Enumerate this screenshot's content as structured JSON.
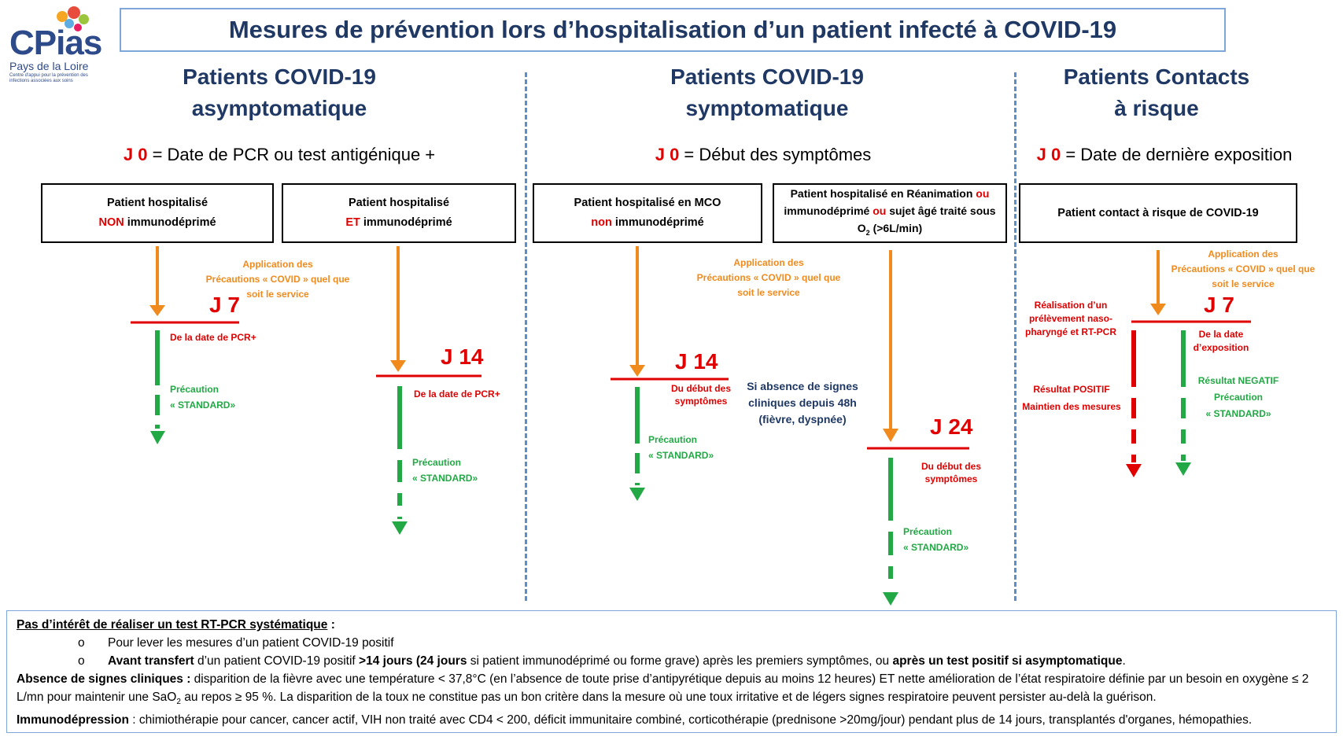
{
  "logo": {
    "brand": "CPias",
    "region": "Pays de la Loire",
    "tagline": "Centre d'appui pour la prévention des infections associées aux soins"
  },
  "title": "Mesures de prévention lors d’hospitalisation d’un patient infecté à COVID-19",
  "columns": {
    "asymptomatic": {
      "heading_line1": "Patients COVID-19",
      "heading_line2": "asymptomatique",
      "j0_label": "J 0",
      "j0_text": " = Date de PCR ou test antigénique +",
      "box_a_line1": "Patient hospitalisé",
      "box_a_red": "NON",
      "box_a_rest": " immunodéprimé",
      "box_b_line1": "Patient hospitalisé",
      "box_b_red": "ET",
      "box_b_rest": " immunodéprimé",
      "application_l1": "Application des",
      "application_l2": "Précautions « COVID » quel que",
      "application_l3": "soit le service",
      "j7": "J 7",
      "j7_note": "De la date de PCR+",
      "j14": "J 14",
      "j14_note": "De la date de PCR+",
      "precaution": "Précaution",
      "standard": "« STANDARD»"
    },
    "symptomatic": {
      "heading_line1": "Patients COVID-19",
      "heading_line2": "symptomatique",
      "j0_label": "J 0",
      "j0_text": " = Début des symptômes",
      "box_a_line1": "Patient hospitalisé en MCO",
      "box_a_red": "non",
      "box_a_rest": " immunodéprimé",
      "box_b_line1a": "Patient hospitalisé en Réanimation ",
      "box_b_ou1": "ou",
      "box_b_line2a": "immunodéprimé ",
      "box_b_ou2": "ou",
      "box_b_line2b": " sujet âgé traité sous",
      "box_b_line3": "O",
      "box_b_sub": "2",
      "box_b_line3b": " (>6L/min)",
      "application_l1": "Application des",
      "application_l2": "Précautions « COVID » quel que",
      "application_l3": "soit le service",
      "j14": "J 14",
      "j14_note_l1": "Du début des",
      "j14_note_l2": "symptômes",
      "absence_l1": "Si absence de signes",
      "absence_l2": "cliniques depuis 48h",
      "absence_l3": "(fièvre, dyspnée)",
      "j24": "J 24",
      "j24_note_l1": "Du début des",
      "j24_note_l2": "symptômes",
      "precaution": "Précaution",
      "standard": "« STANDARD»"
    },
    "contacts": {
      "heading_line1": "Patients Contacts",
      "heading_line2": "à risque",
      "j0_label": "J 0",
      "j0_text": " = Date de dernière exposition",
      "box": "Patient contact à risque de COVID-19",
      "application_l1": "Application des",
      "application_l2": "Précautions « COVID » quel que",
      "application_l3": "soit le service",
      "prelev_l1": "Réalisation d’un",
      "prelev_l2": "prélèvement naso-",
      "prelev_l3": "pharyngé et RT-PCR",
      "j7": "J 7",
      "j7_note_l1": "De la date",
      "j7_note_l2": "d’exposition",
      "positif_l1": "Résultat POSITIF",
      "positif_l2": "Maintien des mesures",
      "negatif_l1": "Résultat NEGATIF",
      "negatif_l2": "Précaution",
      "negatif_l3": "« STANDARD»"
    }
  },
  "bottom": {
    "heading": "Pas d’intérêt de réaliser un test RT-PCR systématique",
    "heading_colon": " :",
    "bullet_char": "o",
    "item1": "Pour lever les mesures d’un patient COVID-19 positif",
    "item2_b1": "Avant transfert",
    "item2_t1": " d’un patient COVID-19 positif ",
    "item2_b2": ">14 jours (24 jours",
    "item2_t2": " si patient immunodéprimé ou forme grave) après les premiers symptômes,  ou ",
    "item2_b3": "après un test positif si asymptomatique",
    "item2_t3": ".",
    "absence_label": "Absence de signes cliniques :",
    "absence_text1": " disparition de la fièvre avec une température < 37,8°C (en l’absence de toute prise d’antipyrétique depuis au moins 12 heures) ET nette amélioration de l’état respiratoire définie par un besoin en oxygène ≤ 2 L/mn pour maintenir une SaO",
    "absence_sub": "2",
    "absence_text2": " au repos ≥ 95 %. La disparition de la toux ne constitue pas un bon critère dans la mesure où une toux irritative et de légers signes respiratoire peuvent persister au-delà la guérison.",
    "immuno_label": "Immunodépression",
    "immuno_text": " : chimiothérapie pour cancer, cancer actif, VIH non traité avec CD4 < 200, déficit immunitaire combiné, corticothérapie (prednisone >20mg/jour) pendant plus de 14 jours, transplantés d'organes, hémopathies."
  },
  "colors": {
    "title_blue": "#1f3864",
    "red": "#e00000",
    "orange": "#f08a1c",
    "green": "#22a845",
    "divider_blue": "#5b8fc9"
  }
}
